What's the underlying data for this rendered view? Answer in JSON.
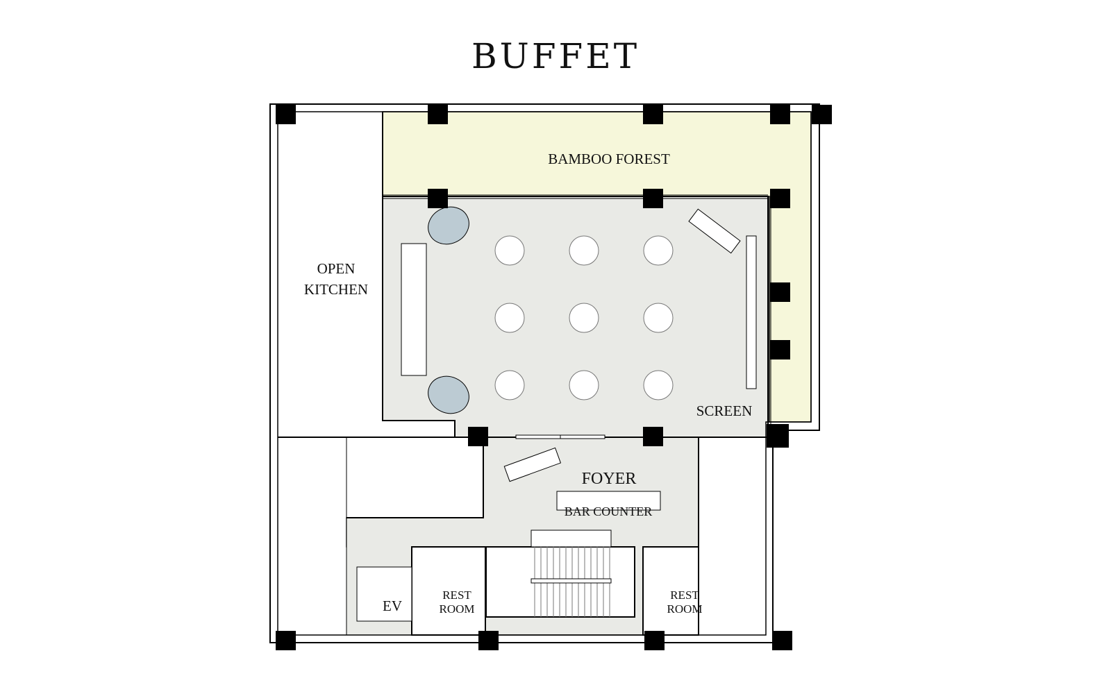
{
  "title": "BUFFET",
  "colors": {
    "bamboo": "#f6f7da",
    "hall": "#e9eae6",
    "ottoman": "#bccbd3",
    "column": "#000000",
    "wall": "#000000"
  },
  "labels": {
    "bamboo_forest": "BAMBOO FOREST",
    "open": "OPEN",
    "kitchen": "KITCHEN",
    "screen": "SCREEN",
    "foyer": "FOYER",
    "bar_counter": "BAR COUNTER",
    "ev": "EV",
    "rest": "REST",
    "room": "ROOM"
  }
}
